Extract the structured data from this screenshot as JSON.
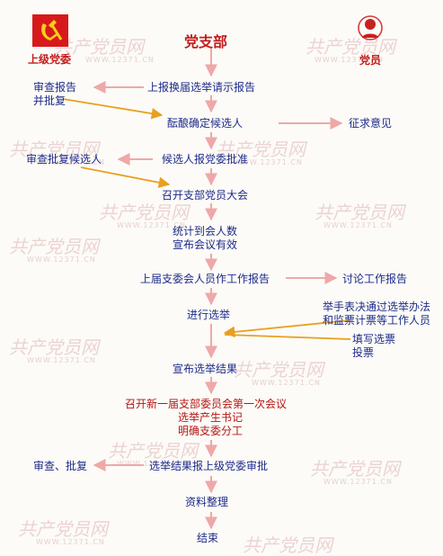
{
  "watermark": {
    "brand": "共产党员网",
    "url": "WWW.12371.CN"
  },
  "header": {
    "title": "党支部",
    "left_role": "上级党委",
    "right_role": "党员"
  },
  "main_steps": {
    "s1": "上报换届选举请示报告",
    "s2": "酝酿确定候选人",
    "s3": "候选人报党委批准",
    "s4": "召开支部党员大会",
    "s5a": "统计到会人数",
    "s5b": "宣布会议有效",
    "s6": "上届支委会人员作工作报告",
    "s7": "进行选举",
    "s8": "宣布选举结果",
    "s9a": "召开新一届支部委员会第一次会议",
    "s9b": "选举产生书记",
    "s9c": "明确支委分工",
    "s10": "选举结果报上级党委审批",
    "s11": "资料整理",
    "s12": "结束"
  },
  "left_steps": {
    "l1a": "审查报告",
    "l1b": "并批复",
    "l2": "审查批复候选人",
    "l3": "审查、批复"
  },
  "right_steps": {
    "r1": "征求意见",
    "r2": "讨论工作报告",
    "r3a": "举手表决通过选举办法",
    "r3b": "和监票计票等工作人员",
    "r4a": "填写选票",
    "r4b": "投票"
  }
}
